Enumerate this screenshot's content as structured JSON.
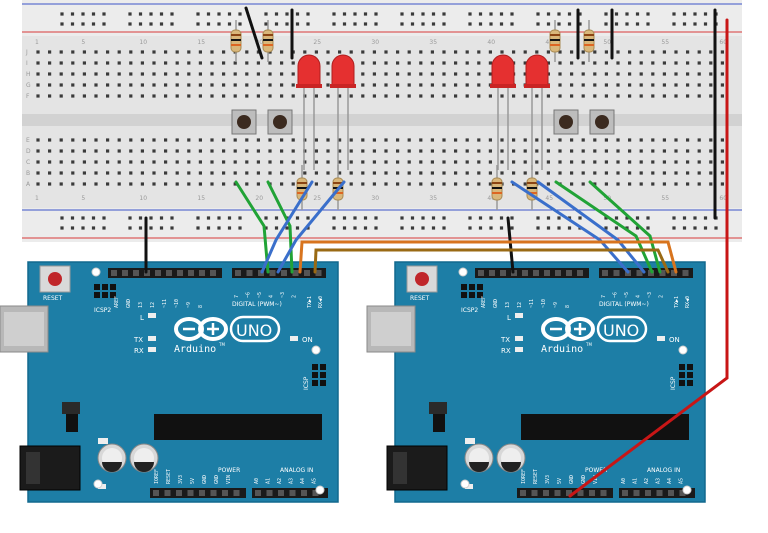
{
  "board_left": {
    "reset_label": "RESET",
    "icsp2_label": "ICSP2",
    "brand": "Arduino",
    "model": "UNO",
    "tm": "TM",
    "label_l": "L",
    "label_tx": "TX",
    "label_rx": "RX",
    "label_on": "ON",
    "icsp_label": "ICSP",
    "digital_label": "DIGITAL (PWM~)",
    "txd_label": "TX▶1",
    "rxd_label": "RX◀0",
    "power_label": "POWER",
    "analog_label": "ANALOG IN",
    "top_pins": [
      "AREF",
      "GND",
      "13",
      "12",
      "~11",
      "~10",
      "~9",
      "8"
    ],
    "top_pins2": [
      "7",
      "~6",
      "~5",
      "4",
      "~3",
      "2"
    ],
    "power_pins": [
      "IOREF",
      "RESET",
      "3V3",
      "5V",
      "GND",
      "GND",
      "VIN"
    ],
    "analog_pins": [
      "A0",
      "A1",
      "A2",
      "A3",
      "A4",
      "A5"
    ]
  },
  "board_right": {
    "reset_label": "RESET",
    "icsp2_label": "ICSP2",
    "brand": "Arduino",
    "model": "UNO",
    "tm": "TM",
    "label_l": "L",
    "label_tx": "TX",
    "label_rx": "RX",
    "label_on": "ON",
    "icsp_label": "ICSP",
    "digital_label": "DIGITAL (PWM~)",
    "txd_label": "TX▶1",
    "rxd_label": "RX◀0",
    "power_label": "POWER",
    "analog_label": "ANALOG IN",
    "top_pins": [
      "AREF",
      "GND",
      "13",
      "12",
      "~11",
      "~10",
      "~9",
      "8"
    ],
    "top_pins2": [
      "7",
      "~6",
      "~5",
      "4",
      "~3",
      "2"
    ],
    "power_pins": [
      "IOREF",
      "RESET",
      "3V3",
      "5V",
      "GND",
      "GND",
      "VIN"
    ],
    "analog_pins": [
      "A0",
      "A1",
      "A2",
      "A3",
      "A4",
      "A5"
    ]
  },
  "breadboard": {
    "column_numbers": [
      "1",
      "5",
      "10",
      "15",
      "20",
      "25",
      "30",
      "35",
      "40",
      "45",
      "50",
      "55",
      "60"
    ],
    "row_letters_top": [
      "J",
      "I",
      "H",
      "G",
      "F"
    ],
    "row_letters_bottom": [
      "E",
      "D",
      "C",
      "B",
      "A"
    ]
  },
  "colors": {
    "board": "#1d7ea6",
    "board_dark": "#12688d",
    "breadboard": "#e3e3e3",
    "wire_green": "#21a336",
    "wire_blue": "#3a6fcb",
    "wire_orange": "#d8741e",
    "wire_brown": "#9a6a14",
    "wire_black": "#111111",
    "wire_red": "#c81616",
    "led_red": "#e53030",
    "rail_red": "#d83a3a",
    "rail_blue": "#3d55c8"
  }
}
